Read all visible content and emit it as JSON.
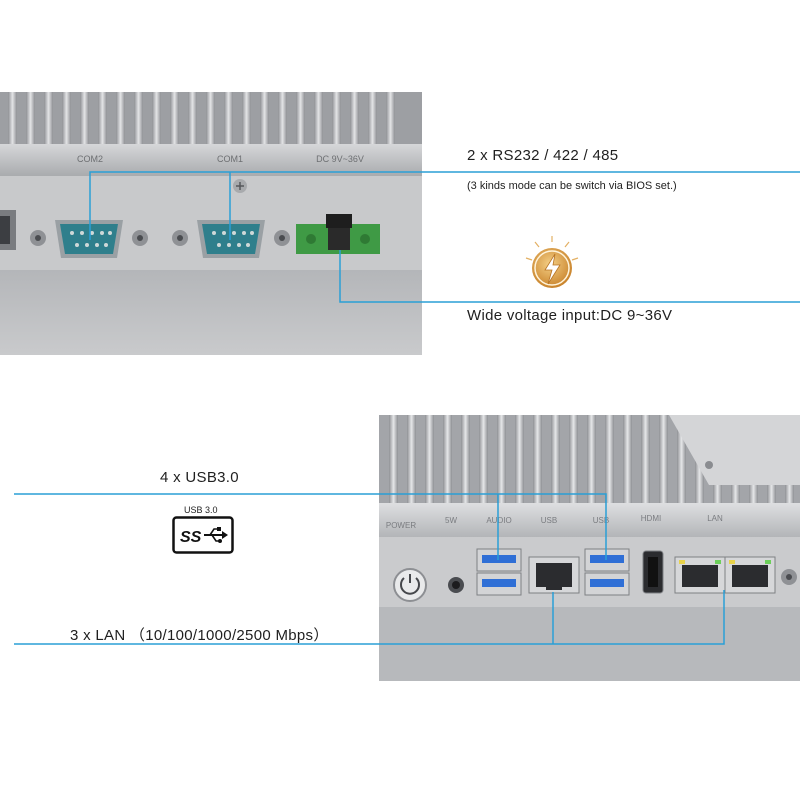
{
  "callouts": {
    "serial_title": "2 x RS232 / 422 / 485",
    "serial_note": "(3 kinds mode can be switch via BIOS set.)",
    "voltage": "Wide voltage input:DC 9~36V",
    "usb_title": "4 x USB3.0",
    "usb_badge_caption": "USB 3.0",
    "usb_logo_text": "SS",
    "lan": "3 x LAN （10/100/1000/2500 Mbps）"
  },
  "panel_top": {
    "port_labels": [
      "COM2",
      "COM1",
      "DC 9V~36V"
    ]
  },
  "panel_bottom": {
    "port_labels": [
      "POWER",
      "5W",
      "AUDIO",
      "USB",
      "USB",
      "HDMI",
      "LAN"
    ]
  },
  "icons": {
    "usb_logo": "usb-superspeed-logo-icon",
    "voltage_badge": "lightning-bolt-icon"
  },
  "colors": {
    "callout_line": "#2a9fd6",
    "icon_gold": "#d89a3c",
    "chassis": "#bfc1c4",
    "port_teal": "#2f7f8c",
    "terminal_green": "#3f9a45",
    "usb_blue": "#2f6fd6"
  }
}
